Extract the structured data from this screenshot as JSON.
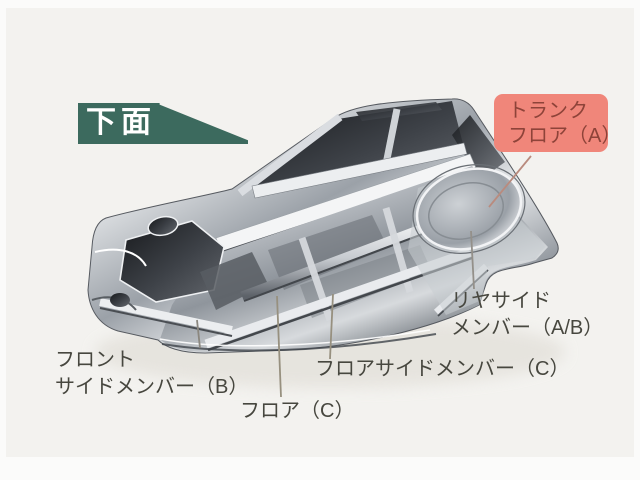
{
  "figure": {
    "view_tag": "下面"
  },
  "labels": {
    "trunk_floor": {
      "line1": "トランク",
      "line2": "フロア（A）"
    },
    "rear_side_member": {
      "line1": "リヤサイド",
      "line2": "メンバー（A/B）"
    },
    "floor_side_member": {
      "label": "フロアサイドメンバー（C）"
    },
    "floor": {
      "label": "フロア（C）"
    },
    "front_side_member": {
      "line1": "フロント",
      "line2": "サイドメンバー（B）"
    }
  },
  "colors": {
    "background": "#f3f2ef",
    "view_tag_bg": "#3c6a5e",
    "view_tag_text": "#ffffff",
    "highlight_callout_bg": "#f0867a",
    "highlight_callout_text": "#8e4339",
    "label_text": "#47473f",
    "leader_trunk": "#b98b7e",
    "leader_gray": "#94908a"
  }
}
